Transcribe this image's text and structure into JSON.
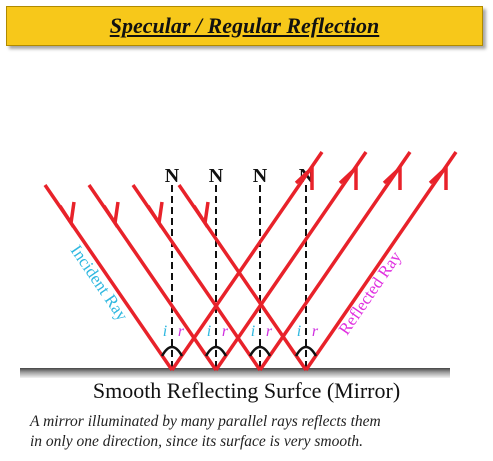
{
  "title": "Specular / Regular Reflection",
  "labels": {
    "normal": "N",
    "incident_ray": "Incident Ray",
    "reflected_ray": "Reflected Ray",
    "angle_incidence": "i",
    "angle_reflection": "r"
  },
  "surface_label": "Smooth Reflecting Surfce (Mirror)",
  "caption": {
    "line1": "A mirror illuminated by many parallel rays reflects them",
    "line2": "in only one direction, since its surface is very smooth."
  },
  "colors": {
    "banner": "#f7c81a",
    "ray": "#e8222a",
    "incident_label": "#2fb8e0",
    "reflected_label": "#e030e0",
    "angle_i": "#2fb8e0",
    "angle_r": "#d030e0"
  },
  "ray_count": 4
}
